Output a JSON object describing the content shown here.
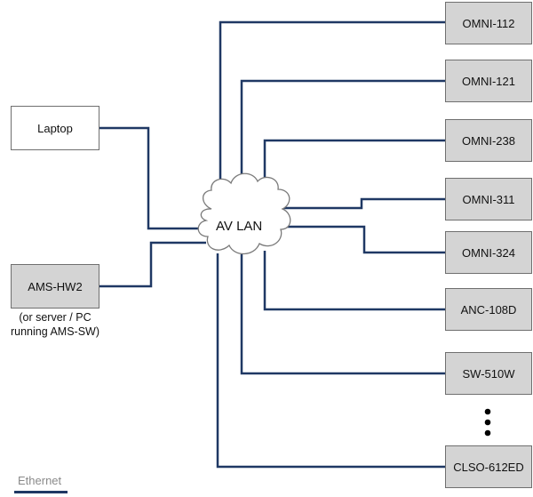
{
  "colors": {
    "ethernet": "#1f3864",
    "device_fill": "#d4d4d4",
    "box_border": "#6f6f6f"
  },
  "cloud": {
    "label": "AV LAN",
    "icon": "cloud-icon"
  },
  "left_nodes": {
    "laptop": "Laptop",
    "ams": "AMS-HW2",
    "ams_note_line1": "(or server / PC",
    "ams_note_line2": "running AMS-SW)"
  },
  "right_nodes": [
    "OMNI-112",
    "OMNI-121",
    "OMNI-238",
    "OMNI-311",
    "OMNI-324",
    "ANC-108D",
    "SW-510W",
    "CLSO-612ED"
  ],
  "more_indicator": "vertical-ellipsis-icon",
  "legend": {
    "label": "Ethernet"
  }
}
